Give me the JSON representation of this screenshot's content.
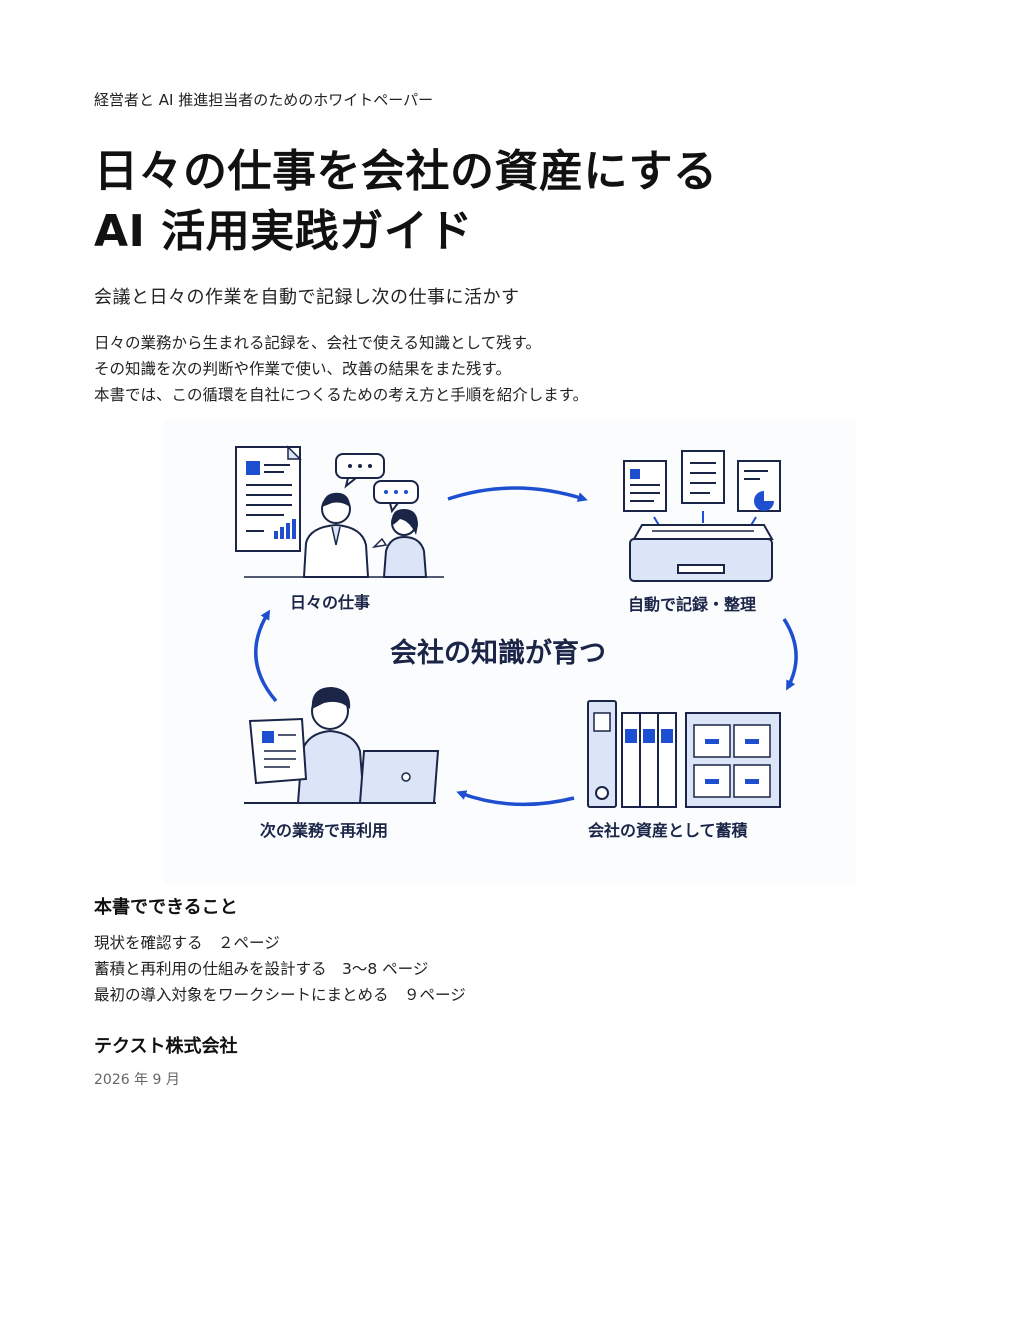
{
  "header": {
    "eyebrow": "経営者と AI 推進担当者のためのホワイトペーパー",
    "title_line1": "日々の仕事を会社の資産にする",
    "title_line2": "AI 活用実践ガイド",
    "subtitle": "会議と日々の作業を自動で記録し次の仕事に活かす"
  },
  "intro": {
    "lines": [
      "日々の業務から生まれる記録を、会社で使える知識として残す。",
      "その知識を次の判断や作業で使い、改善の結果をまた残す。",
      "本書では、この循環を自社につくるための考え方と手順を紹介します。"
    ]
  },
  "illustration": {
    "center_label": "会社の知識が育つ",
    "steps": [
      {
        "label": "日々の仕事",
        "icon": "meeting-icon"
      },
      {
        "label": "自動で記録・整理",
        "icon": "document-tray-icon"
      },
      {
        "label": "会社の資産として蓄積",
        "icon": "binder-cabinet-icon"
      },
      {
        "label": "次の業務で再利用",
        "icon": "laptop-worker-icon"
      }
    ],
    "colors": {
      "accent": "#1f4fd1",
      "ink": "#1a2547",
      "fill": "#dbe5f7"
    }
  },
  "contents": {
    "heading": "本書でできること",
    "items": [
      "現状を確認する　２ページ",
      "蓄積と再利用の仕組みを設計する　3〜8 ページ",
      "最初の導入対象をワークシートにまとめる　９ページ"
    ]
  },
  "footer": {
    "company": "テクスト株式会社",
    "date": "2026 年 9 月"
  }
}
